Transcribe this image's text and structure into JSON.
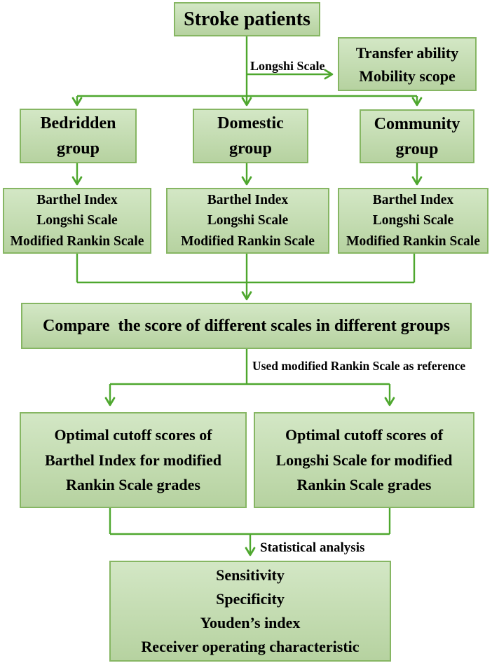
{
  "colors": {
    "box_fill_top": "#d3e7c5",
    "box_fill_bottom": "#b6d2a0",
    "box_border": "#86b663",
    "connector": "#4ea72e",
    "text": "#000000",
    "background": "#ffffff"
  },
  "nodes": {
    "stroke_patients": {
      "label": "Stroke patients"
    },
    "transfer": {
      "lines": [
        "Transfer ability",
        "Mobility scope"
      ]
    },
    "bedridden": {
      "lines": [
        "Bedridden",
        "group"
      ]
    },
    "domestic": {
      "lines": [
        "Domestic",
        "group"
      ]
    },
    "community": {
      "lines": [
        "Community",
        "group"
      ]
    },
    "scales_bedridden": {
      "lines": [
        "Barthel Index",
        "Longshi Scale",
        "Modified Rankin Scale"
      ]
    },
    "scales_domestic": {
      "lines": [
        "Barthel Index",
        "Longshi Scale",
        "Modified Rankin Scale"
      ]
    },
    "scales_community": {
      "lines": [
        "Barthel Index",
        "Longshi Scale",
        "Modified Rankin Scale"
      ]
    },
    "compare": {
      "label": "Compare  the score of different scales in different groups"
    },
    "optimal_barthel": {
      "lines": [
        "Optimal cutoff scores of",
        "Barthel Index for modified",
        "Rankin Scale grades"
      ]
    },
    "optimal_longshi": {
      "lines": [
        "Optimal cutoff scores of",
        "Longshi Scale for modified",
        "Rankin Scale grades"
      ]
    },
    "outcomes": {
      "lines": [
        "Sensitivity",
        "Specificity",
        "Youden’s index",
        "Receiver operating characteristic"
      ]
    }
  },
  "edge_labels": {
    "longshi_scale": "Longshi Scale",
    "rankin_reference": "Used modified Rankin Scale as reference",
    "statistical_analysis": "Statistical analysis"
  }
}
